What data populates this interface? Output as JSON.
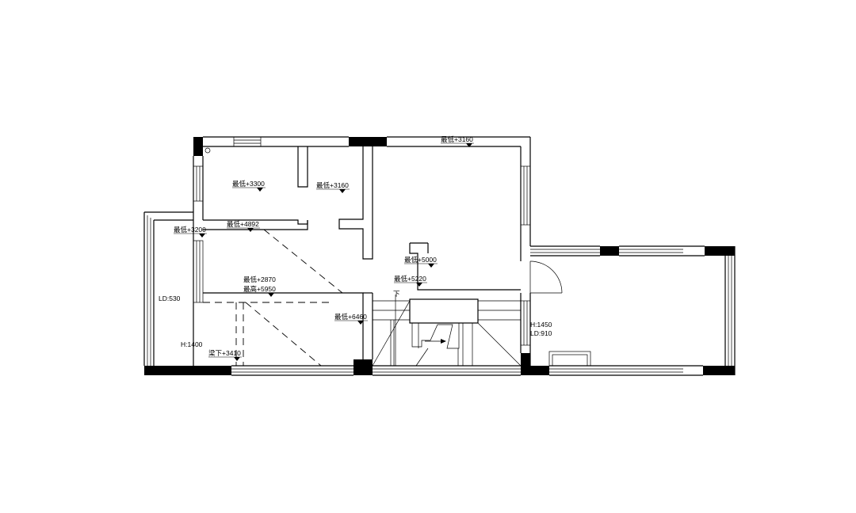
{
  "labels": {
    "ceiling_a": "最低+3160",
    "ceiling_b": "最低+3300",
    "ceiling_c": "最低+3160",
    "ceiling_d": "最低+4892",
    "ceiling_e": "最低+3200",
    "ceiling_f": "最低+5000",
    "ceiling_g": "最低+5220",
    "ceiling_h1": "最低+2870",
    "ceiling_h2": "最高+5950",
    "ceiling_i": "最低+6460",
    "beam_under": "梁下+3410",
    "win_left_ld": "LD:530",
    "win_left_h": "H:1400",
    "win_right_h": "H:1450",
    "win_right_ld": "LD:910",
    "stair_down": "下"
  }
}
